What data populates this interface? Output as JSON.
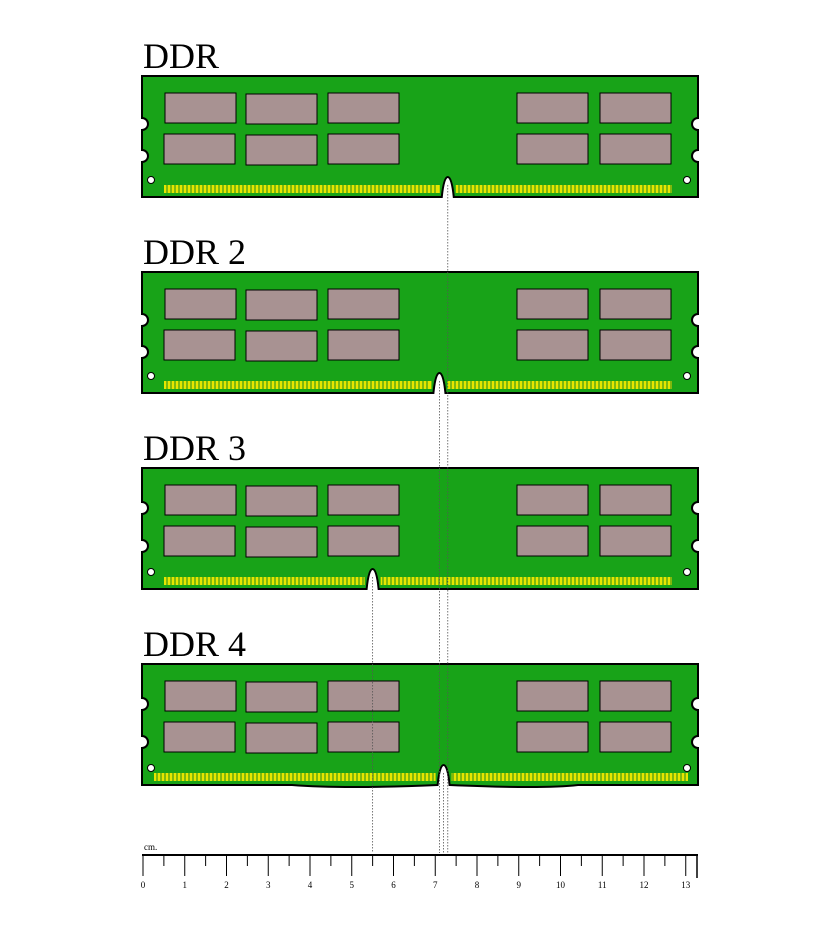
{
  "modules": [
    {
      "title": "DDR",
      "notch_cm": 7.3
    },
    {
      "title": "DDR 2",
      "notch_cm": 7.1
    },
    {
      "title": "DDR 3",
      "notch_cm": 5.5
    },
    {
      "title": "DDR 4",
      "notch_cm": 7.2
    }
  ],
  "ruler": {
    "unit_label": "cm.",
    "ticks": [
      "0",
      "1",
      "2",
      "3",
      "4",
      "5",
      "6",
      "7",
      "8",
      "9",
      "10",
      "11",
      "12",
      "13"
    ]
  },
  "colors": {
    "pcb": "#18a318",
    "chip": "#a89292",
    "contacts": "#e6e600",
    "outline": "#000000"
  }
}
